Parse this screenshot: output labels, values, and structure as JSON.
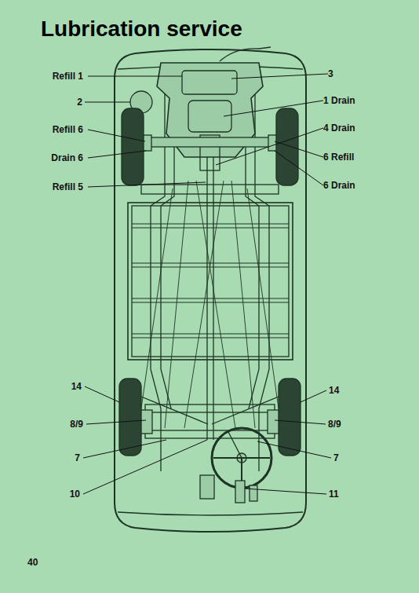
{
  "diagram": {
    "title": "Lubrication service",
    "labels": [
      "Refill 1",
      "3",
      "2",
      "1 Drain",
      "Refill 6",
      "4 Drain",
      "Drain 6",
      "6 Refill",
      "Refill 5",
      "6 Drain",
      "14",
      "14",
      "8/9",
      "8/9",
      "7",
      "7",
      "10",
      "11",
      "40"
    ]
  }
}
